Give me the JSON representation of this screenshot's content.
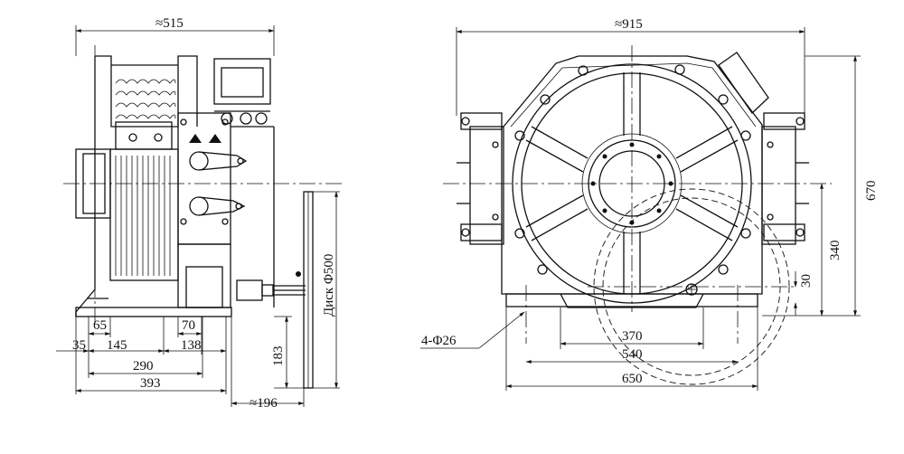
{
  "side_view": {
    "dim_width": "≈515",
    "dim_65": "65",
    "dim_70": "70",
    "dim_35": "35",
    "dim_145": "145",
    "dim_138": "138",
    "dim_290": "290",
    "dim_393": "393",
    "dim_183": "183",
    "dim_196": "≈196",
    "disk_label": "Диск Φ500"
  },
  "front_view": {
    "dim_width": "≈915",
    "dim_670": "670",
    "dim_340": "340",
    "dim_30": "30",
    "dim_370": "370",
    "dim_540": "540",
    "dim_650": "650",
    "holes_label": "4-Φ26"
  }
}
